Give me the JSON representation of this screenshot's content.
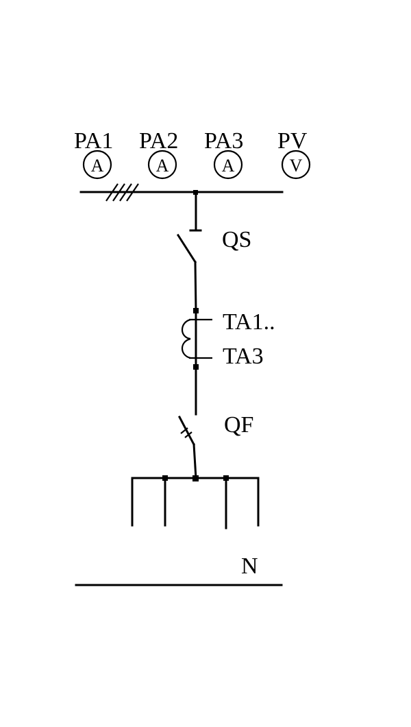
{
  "meters": [
    {
      "label": "PA1",
      "symbol": "A",
      "icon": "ammeter-icon"
    },
    {
      "label": "PA2",
      "symbol": "A",
      "icon": "ammeter-icon"
    },
    {
      "label": "PA3",
      "symbol": "A",
      "icon": "ammeter-icon"
    },
    {
      "label": "PV",
      "symbol": "V",
      "icon": "voltmeter-icon"
    }
  ],
  "devices": {
    "disconnector": "QS",
    "ct_top": "TA1..",
    "ct_bottom": "TA3",
    "breaker": "QF"
  },
  "neutral": "N",
  "colors": {
    "line": "#000000",
    "background": "#ffffff"
  }
}
